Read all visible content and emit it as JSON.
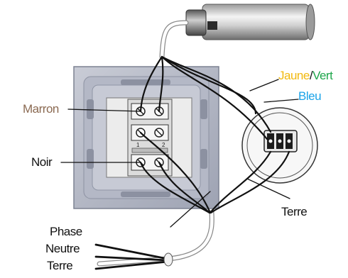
{
  "labels": {
    "jaune": "Jaune",
    "slash": "/",
    "vert": "Vert",
    "bleu": "Bleu",
    "marron": "Marron",
    "noir": "Noir",
    "terre_right": "Terre",
    "phase": "Phase",
    "neutre": "Neutre",
    "terre_bottom": "Terre"
  },
  "terminal_numbers": {
    "t1": "1",
    "t2": "2"
  },
  "colors": {
    "jaune": "#f2b90f",
    "vert": "#1ea64b",
    "bleu": "#1aa3e8",
    "marron": "#8b6a52",
    "text": "#111111",
    "plate": "#a8adba",
    "wire": "#111111"
  }
}
